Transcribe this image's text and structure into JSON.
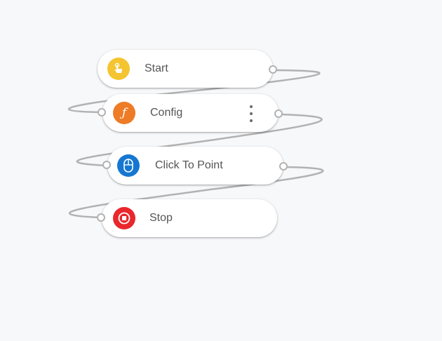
{
  "flow": {
    "nodes": [
      {
        "id": "start",
        "label": "Start",
        "icon": "hand-tap-icon",
        "color": "#f4c531"
      },
      {
        "id": "config",
        "label": "Config",
        "icon": "function-icon",
        "color": "#ee7b26",
        "has_menu": true
      },
      {
        "id": "click",
        "label": "Click To Point",
        "icon": "mouse-icon",
        "color": "#1677d2"
      },
      {
        "id": "stop",
        "label": "Stop",
        "icon": "stop-icon",
        "color": "#e9272c"
      }
    ],
    "connector_color": "#b2b2b2"
  }
}
